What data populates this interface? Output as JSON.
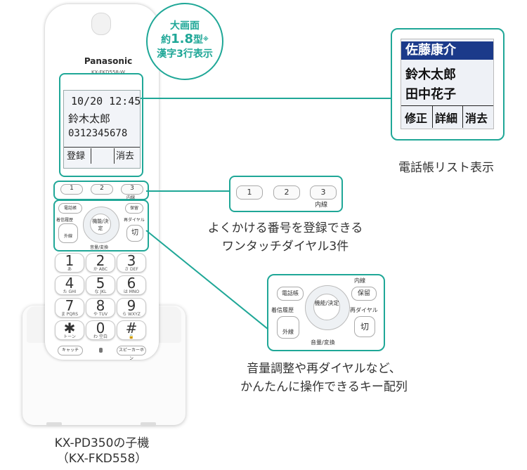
{
  "handset": {
    "brand": "Panasonic",
    "model_label": "KX-FKD558-W",
    "screen": {
      "line1": "10/20 12:45",
      "line2": "鈴木太郎",
      "line3": "0312345678",
      "soft_left": "登録",
      "soft_right": "消去"
    },
    "speed_dial": [
      "1",
      "2",
      "3"
    ],
    "intercom_label": "内線",
    "function_keys": {
      "phonebook": "電話帳",
      "history": "着信履歴",
      "outside": "外線",
      "hold": "保留",
      "redial": "再ダイヤル",
      "hangup": "切",
      "center": "機能/決定",
      "volume": "音量/変換"
    },
    "dial_keys": [
      {
        "digit": "1",
        "sub": "あ"
      },
      {
        "digit": "2",
        "sub": "か ABC"
      },
      {
        "digit": "3",
        "sub": "さ DEF"
      },
      {
        "digit": "4",
        "sub": "た GHI"
      },
      {
        "digit": "5",
        "sub": "な JKL"
      },
      {
        "digit": "6",
        "sub": "は MNO"
      },
      {
        "digit": "7",
        "sub": "ま PQRS"
      },
      {
        "digit": "8",
        "sub": "や TUV"
      },
      {
        "digit": "9",
        "sub": "ら WXYZ"
      },
      {
        "digit": "✱",
        "sub": "トーン"
      },
      {
        "digit": "0",
        "sub": "わ 空白"
      },
      {
        "digit": "#",
        "sub": "🔒"
      }
    ],
    "bottom_keys": {
      "left": "キャッチ",
      "right": "スピーカーホン"
    }
  },
  "display_badge": {
    "line1": "大画面",
    "line2_prefix": "約",
    "line2_value": "1.8",
    "line2_suffix": "型",
    "line2_note": "※",
    "line3": "漢字3行表示"
  },
  "phonebook_callout": {
    "rows": [
      "佐藤康介",
      "鈴木太郎",
      "田中花子"
    ],
    "soft_keys": [
      "修正",
      "詳細",
      "消去"
    ],
    "caption": "電話帳リスト表示"
  },
  "speed_dial_callout": {
    "keys": [
      "1",
      "2",
      "3"
    ],
    "intercom_label": "内線",
    "caption_line1": "よくかける番号を登録できる",
    "caption_line2": "ワンタッチダイヤル3件"
  },
  "keypad_callout": {
    "caption_line1": "音量調整や再ダイヤルなど、",
    "caption_line2": "かんたんに操作できるキー配列"
  },
  "product_caption": {
    "line1": "KX-PD350の子機",
    "line2": "（KX-FKD558）"
  },
  "colors": {
    "accent": "#1fa797",
    "lcd_highlight": "#1b3a8a"
  }
}
